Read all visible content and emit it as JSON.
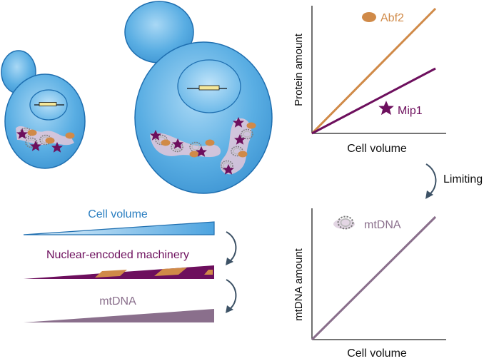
{
  "colors": {
    "cell_fill": "#5aaee3",
    "cell_stroke": "#1f6fb0",
    "abf2": "#d08a48",
    "mip1": "#6d0f5d",
    "mtdna": "#8a6f8c",
    "cell_volume_label": "#2b7fc1",
    "arrow": "#3d5266"
  },
  "icons": {
    "abf2": "orange-ellipse",
    "mip1": "purple-star",
    "mtdna": "mtdna-coil"
  },
  "labels": {
    "cell_volume_bar": "Cell volume",
    "machinery_bar": "Nuclear-encoded machinery",
    "mtdna_bar": "mtDNA",
    "limiting": "Limiting"
  },
  "top_chart": {
    "ylabel": "Protein amount",
    "xlabel": "Cell volume",
    "series": [
      {
        "name": "Abf2",
        "x": [
          0,
          1
        ],
        "y": [
          0,
          1.0
        ]
      },
      {
        "name": "Mip1",
        "x": [
          0,
          1
        ],
        "y": [
          0,
          0.52
        ]
      }
    ]
  },
  "bottom_chart": {
    "ylabel": "mtDNA amount",
    "xlabel": "Cell volume",
    "series": [
      {
        "name": "mtDNA",
        "x": [
          0,
          1
        ],
        "y": [
          0,
          1.0
        ]
      }
    ]
  }
}
